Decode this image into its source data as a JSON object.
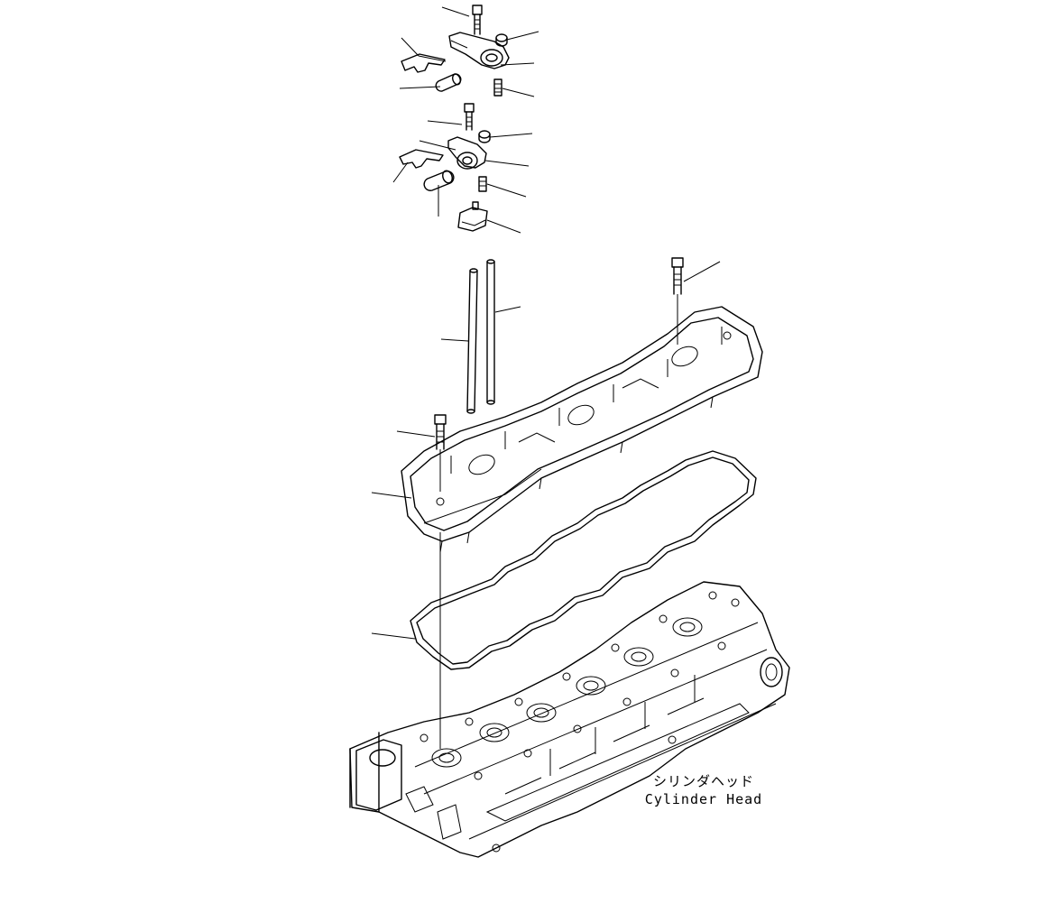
{
  "caption": {
    "japanese": "シリンダヘッド",
    "english": "Cylinder Head"
  },
  "parts": [
    "upper-bolt",
    "upper-nut",
    "upper-rocker-arm",
    "upper-adjust-screw",
    "upper-bridge",
    "upper-shaft",
    "lower-bolt",
    "lower-nut",
    "lower-rocker-arm",
    "lower-adjust-screw",
    "lower-bridge",
    "lower-shaft",
    "crosshead",
    "push-rod-1",
    "push-rod-2",
    "cover-bolt-right",
    "cover-bolt-left",
    "rocker-housing",
    "housing-gasket",
    "cylinder-head"
  ]
}
